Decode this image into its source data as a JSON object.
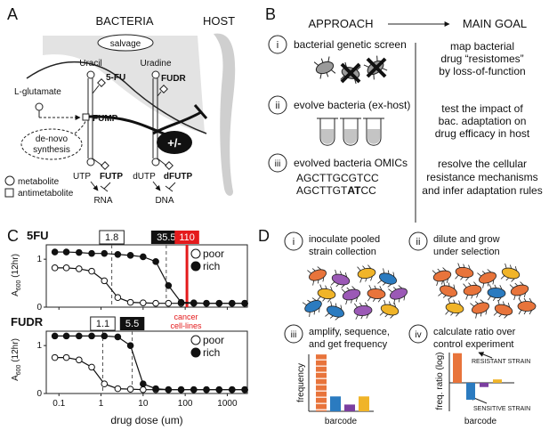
{
  "panelA": {
    "letter": "A",
    "bacteria": "BACTERIA",
    "host": "HOST",
    "salvage": "salvage",
    "uracil": "Uracil",
    "uradine": "Uradine",
    "five_fu": "5-FU",
    "fudr": "FUDR",
    "l_glutamate": "L-glutamate",
    "fump": "FUMP",
    "denovo_line1": "de-novo",
    "denovo_line2": "synthesis",
    "plus_minus": "+/-",
    "utp": "UTP",
    "futp": "FUTP",
    "dutp": "dUTP",
    "dfutp": "dFUTP",
    "rna": "RNA",
    "dna": "DNA",
    "legend_metabolite": "metabolite",
    "legend_antimetabolite": "antimetabolite"
  },
  "panelB": {
    "letter": "B",
    "approach_header": "APPROACH",
    "goal_header": "MAIN GOAL",
    "rows": [
      {
        "numeral": "i",
        "approach": "bacterial genetic screen",
        "goal": [
          "map bacterial",
          "drug “resistomes”",
          "by loss-of-function"
        ]
      },
      {
        "numeral": "ii",
        "approach": "evolve bacteria (ex-host)",
        "goal": [
          "test the impact of",
          "bac. adaptation on",
          "drug efficacy in host"
        ]
      },
      {
        "numeral": "iii",
        "approach": "evolved bacteria OMICs",
        "goal": [
          "resolve the cellular",
          "resistance mechanisms",
          "and infer adaptation rules"
        ]
      }
    ],
    "seq1": "AGCTTGCGTCC",
    "seq2_pre": "AGCTTGT",
    "seq2_bold": "AT",
    "seq2_post": "CC"
  },
  "panelC": {
    "letter": "C",
    "xlabel": "drug dose (um)",
    "xticks": [
      "0.1",
      "1",
      "10",
      "100",
      "1000"
    ],
    "cancer_label_line1": "cancer",
    "cancer_label_line2": "cell-lines",
    "legend": [
      "poor",
      "rich"
    ],
    "colors": {
      "rich": "#111111",
      "poor": "#ffffff",
      "cancer": "#e41a1c"
    }
  },
  "chart_data": [
    {
      "type": "scatter",
      "title": "5FU",
      "xlabel": "",
      "ylabel": "A600 (12hr)",
      "ylabel_main": "A",
      "ylabel_sub": "600",
      "ylabel_rest": " (12hr)",
      "xscale": "log",
      "xlim": [
        0.05,
        3000
      ],
      "ylim": [
        0,
        1.3
      ],
      "yticks": [
        0,
        1
      ],
      "annotations": [
        {
          "label": "1.8",
          "x": 1.8,
          "style": "white"
        },
        {
          "label": "35.5",
          "x": 35.5,
          "style": "black"
        },
        {
          "label": "110",
          "x": 110,
          "style": "red"
        }
      ],
      "series": [
        {
          "name": "poor",
          "x": [
            0.08,
            0.15,
            0.3,
            0.6,
            1.2,
            2.5,
            5,
            10,
            20,
            40,
            80,
            160,
            320,
            640,
            1300,
            2600
          ],
          "y": [
            0.82,
            0.82,
            0.8,
            0.75,
            0.55,
            0.2,
            0.1,
            0.09,
            0.08,
            0.08,
            0.08,
            0.08,
            0.08,
            0.08,
            0.08,
            0.08
          ]
        },
        {
          "name": "rich",
          "x": [
            0.08,
            0.15,
            0.3,
            0.6,
            1.2,
            2.5,
            5,
            10,
            20,
            40,
            80,
            160,
            320,
            640,
            1300,
            2600
          ],
          "y": [
            1.15,
            1.15,
            1.14,
            1.12,
            1.12,
            1.1,
            1.08,
            1.05,
            0.95,
            0.45,
            0.1,
            0.09,
            0.08,
            0.08,
            0.08,
            0.08
          ]
        }
      ]
    },
    {
      "type": "scatter",
      "title": "FUDR",
      "xlabel": "drug dose (um)",
      "ylabel": "A600 (12hr)",
      "ylabel_main": "A",
      "ylabel_sub": "600",
      "ylabel_rest": " (12hr)",
      "xscale": "log",
      "xlim": [
        0.05,
        3000
      ],
      "ylim": [
        0,
        1.3
      ],
      "yticks": [
        0,
        1
      ],
      "annotations": [
        {
          "label": "1.1",
          "x": 1.1,
          "style": "white"
        },
        {
          "label": "5.5",
          "x": 5.5,
          "style": "black"
        }
      ],
      "series": [
        {
          "name": "poor",
          "x": [
            0.08,
            0.15,
            0.3,
            0.6,
            1.2,
            2.5,
            5,
            10,
            20,
            40,
            80,
            160,
            320,
            640,
            1300,
            2600
          ],
          "y": [
            0.75,
            0.75,
            0.7,
            0.55,
            0.2,
            0.1,
            0.09,
            0.08,
            0.08,
            0.08,
            0.08,
            0.08,
            0.08,
            0.08,
            0.08,
            0.08
          ]
        },
        {
          "name": "rich",
          "x": [
            0.08,
            0.15,
            0.3,
            0.6,
            1.2,
            2.5,
            5,
            10,
            20,
            40,
            80,
            160,
            320,
            640,
            1300,
            2600
          ],
          "y": [
            1.2,
            1.2,
            1.2,
            1.2,
            1.2,
            1.18,
            1.0,
            0.2,
            0.1,
            0.08,
            0.08,
            0.08,
            0.08,
            0.08,
            0.08,
            0.08
          ]
        }
      ]
    },
    {
      "type": "bar",
      "title": "",
      "xlabel": "barcode",
      "ylabel": "frequency",
      "categories": [
        "1",
        "2",
        "3",
        "4"
      ],
      "values": [
        4.2,
        1.1,
        0.5,
        1.1
      ],
      "colors": [
        "#e8743b",
        "#2b7bc0",
        "#7b3fa0",
        "#f0b428"
      ]
    },
    {
      "type": "bar",
      "title": "",
      "xlabel": "barcode",
      "ylabel": "freq. ratio (log)",
      "categories": [
        "1",
        "2",
        "3",
        "4"
      ],
      "values": [
        3.5,
        -2.0,
        -0.5,
        0.4
      ],
      "colors": [
        "#e8743b",
        "#2b7bc0",
        "#7b3fa0",
        "#f0b428"
      ]
    }
  ],
  "panelD": {
    "letter": "D",
    "steps": [
      {
        "numeral": "i",
        "text": [
          "inoculate pooled",
          "strain collection"
        ]
      },
      {
        "numeral": "ii",
        "text": [
          "dilute and grow",
          "under selection"
        ]
      },
      {
        "numeral": "iii",
        "text": [
          "amplify, sequence,",
          "and get frequency"
        ]
      },
      {
        "numeral": "iv",
        "text": [
          "calculate ratio over",
          "control experiment"
        ]
      }
    ],
    "resistant_label": "RESISTANT STRAIN",
    "sensitive_label": "SENSITIVE STRAIN",
    "bug_colors": [
      "#e8743b",
      "#2b7bc0",
      "#9b59b6",
      "#f0b428"
    ]
  }
}
